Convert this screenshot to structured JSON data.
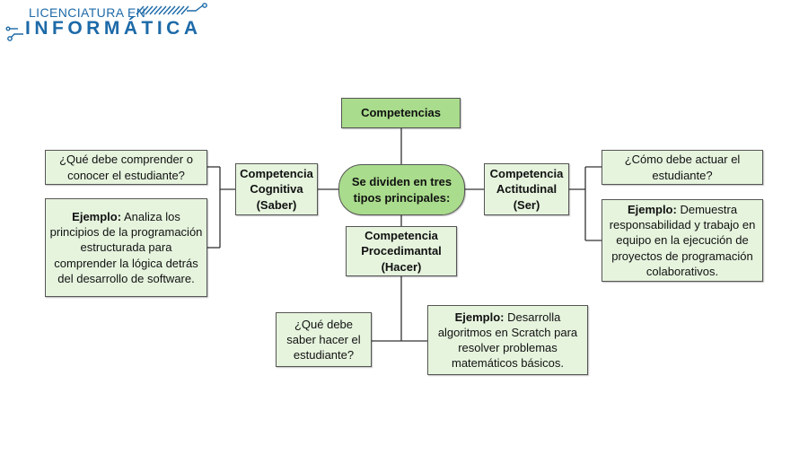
{
  "logo": {
    "line1": "LICENCIATURA EN",
    "line2": "INFORMÁTICA",
    "color": "#1d6aa8"
  },
  "colors": {
    "node_fill": "#e6f4de",
    "highlight_fill": "#a9dc8c",
    "border": "#555555"
  },
  "diagram": {
    "root": "Competencias",
    "center": "Se dividen en tres tipos principales:",
    "cognitiva": {
      "title": "Competencia Cognitiva (Saber)",
      "question": "¿Qué debe comprender o conocer el estudiante?",
      "example_label": "Ejemplo:",
      "example_text": "Analiza los principios de la programación estructurada para comprender la lógica detrás del desarrollo de software."
    },
    "actitudinal": {
      "title": "Competencia Actitudinal (Ser)",
      "question": "¿Cómo debe actuar el estudiante?",
      "example_label": "Ejemplo:",
      "example_text": "Demuestra responsabilidad y trabajo en equipo en la ejecución de proyectos de programación colaborativos."
    },
    "procedimental": {
      "title": "Competencia Procedimantal (Hacer)",
      "question": "¿Qué debe saber hacer el estudiante?",
      "example_label": "Ejemplo:",
      "example_text": "Desarrolla algoritmos en Scratch para resolver problemas matemáticos básicos."
    }
  }
}
